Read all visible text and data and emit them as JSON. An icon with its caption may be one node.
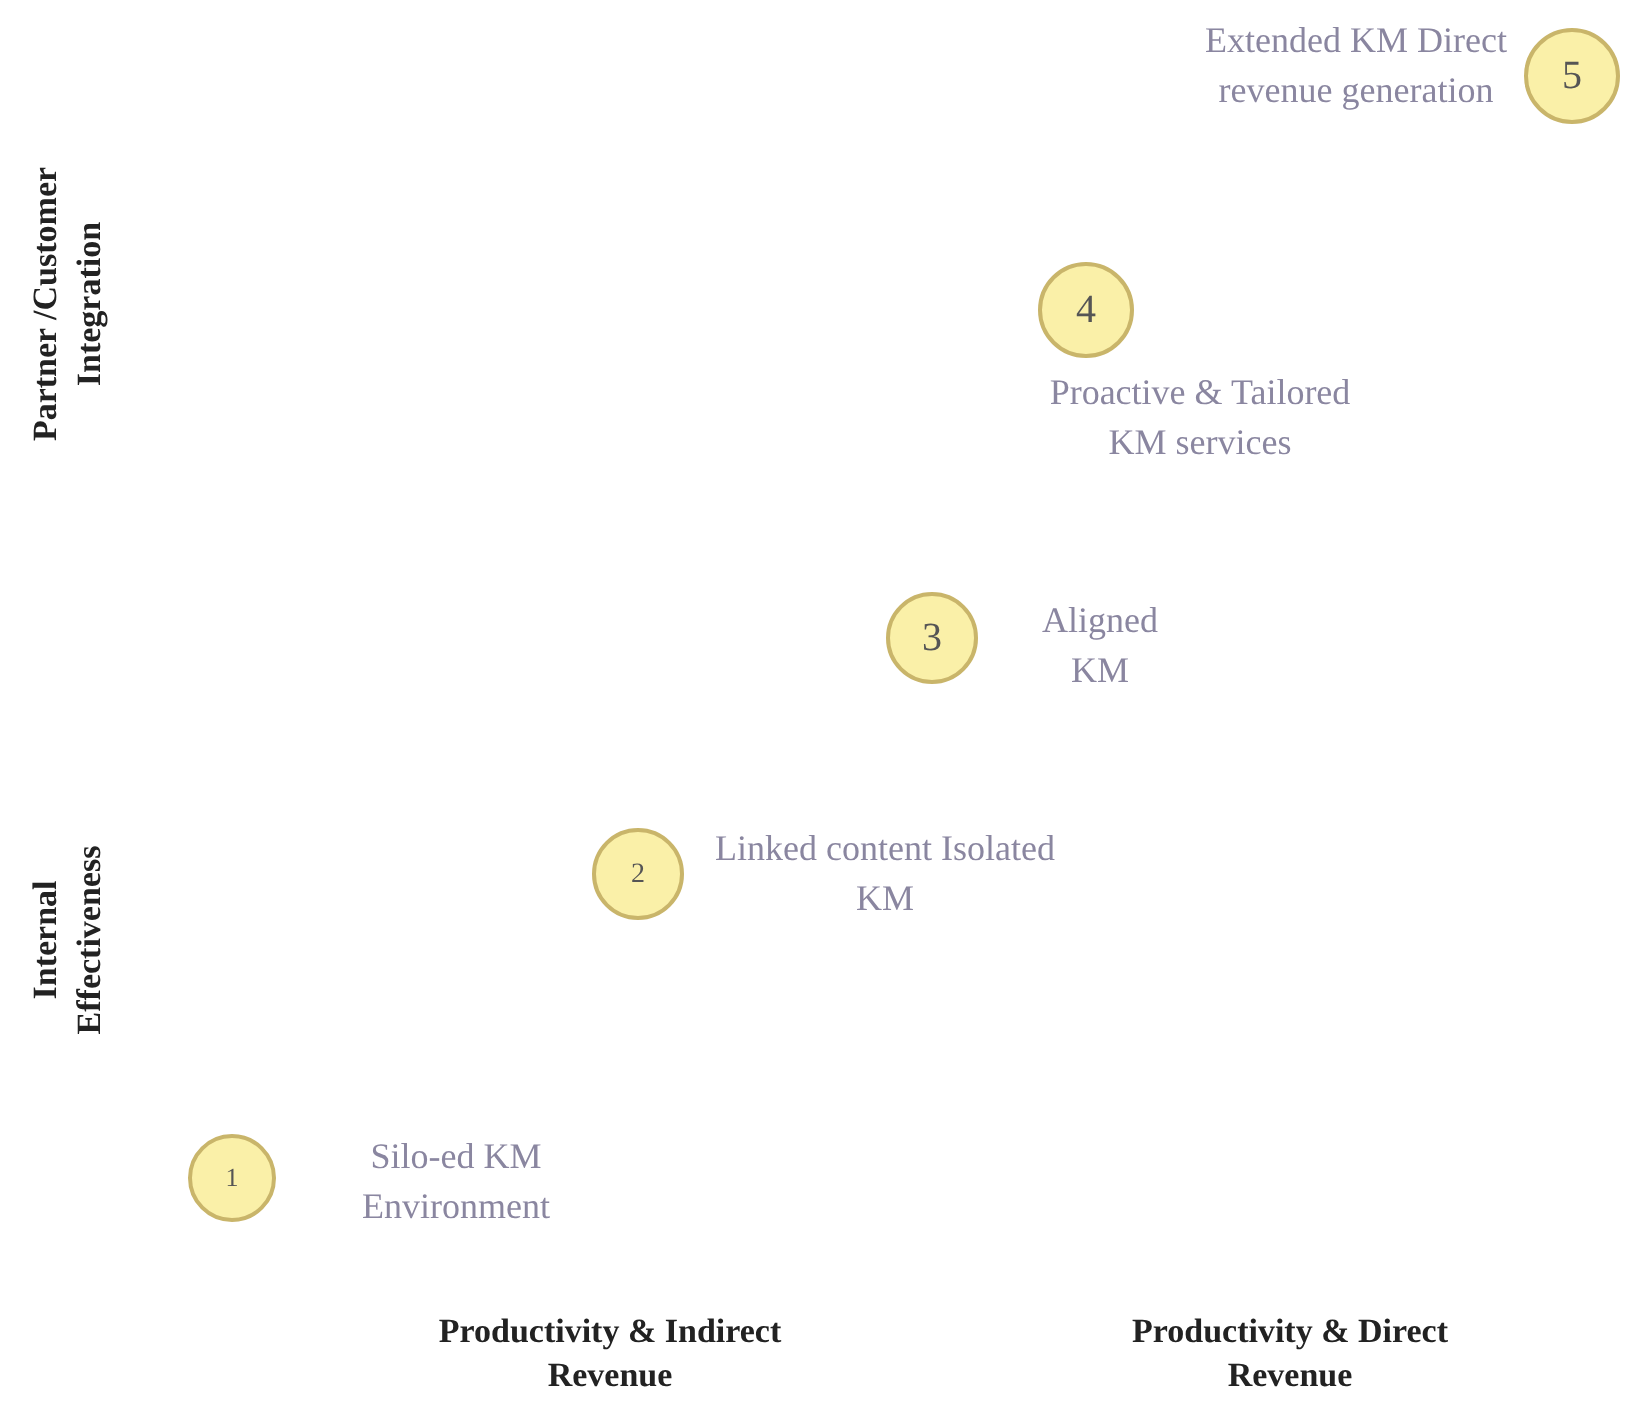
{
  "diagram": {
    "nodes": [
      {
        "text": [
          "1"
        ],
        "beside": [
          "Silo-ed KM Environment"
        ]
      },
      {
        "text": [
          "2"
        ],
        "beside": [
          "Linked content Isolated KM"
        ]
      },
      {
        "text": [
          "3"
        ],
        "beside": [
          "Aligned KM"
        ]
      },
      {
        "text": [
          "4"
        ],
        "beside": [
          "Proactive & Tailored KM services"
        ]
      },
      {
        "text": [
          "5"
        ],
        "beside": [
          "Extended KM Direct revenue generation"
        ]
      }
    ],
    "labels": [
      "Partner /Customer Integration",
      "Internal Effectiveness",
      "Productivity & Indirect Revenue",
      "Productivity & Direct Revenue"
    ]
  }
}
